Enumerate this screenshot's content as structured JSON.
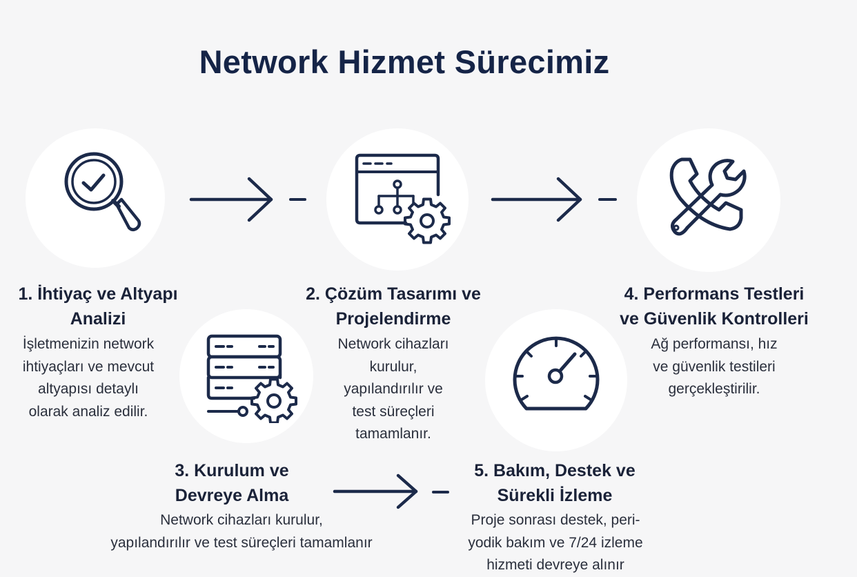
{
  "title": "Network Hizmet Sürecimiz",
  "steps": [
    {
      "icon": "magnifier-check-icon",
      "title_lines": [
        "1. İhtiyaç ve Altyapı",
        "Analizi"
      ],
      "desc_lines": [
        "İşletmenizin network",
        "ihtiyaçları ve mevcut",
        "altyapısı detaylı",
        "olarak analiz edilir."
      ]
    },
    {
      "icon": "network-design-gear-icon",
      "title_lines": [
        "2. Çözüm Tasarımı ve",
        "Projelendirme"
      ],
      "desc_lines": [
        "Network cihazları",
        "kurulur,",
        "yapılandırılır ve",
        "test süreçleri",
        "tamamlanır."
      ]
    },
    {
      "icon": "server-gear-icon",
      "title_lines": [
        "3. Kurulum ve",
        "Devreye Alma"
      ],
      "desc_lines": [
        "Network cihazları kurulur,",
        "yapılandırılır ve test süreçleri tamamlanır"
      ]
    },
    {
      "icon": "phone-wrench-icon",
      "title_lines": [
        "4. Performans Testleri",
        "ve Güvenlik Kontrolleri"
      ],
      "desc_lines": [
        "Ağ performansı, hız",
        "ve güvenlik testileri",
        "gerçekleştirilir."
      ]
    },
    {
      "icon": "speedometer-icon",
      "title_lines": [
        "5. Bakım, Destek ve",
        "Sürekli İzleme"
      ],
      "desc_lines": [
        "Proje sonrası destek, peri-",
        "yodik bakım ve 7/24 izleme",
        "hizmeti devreye alınır"
      ]
    }
  ],
  "colors": {
    "primary": "#1c2a4a",
    "background": "#f6f6f7",
    "circle": "#ffffff"
  }
}
